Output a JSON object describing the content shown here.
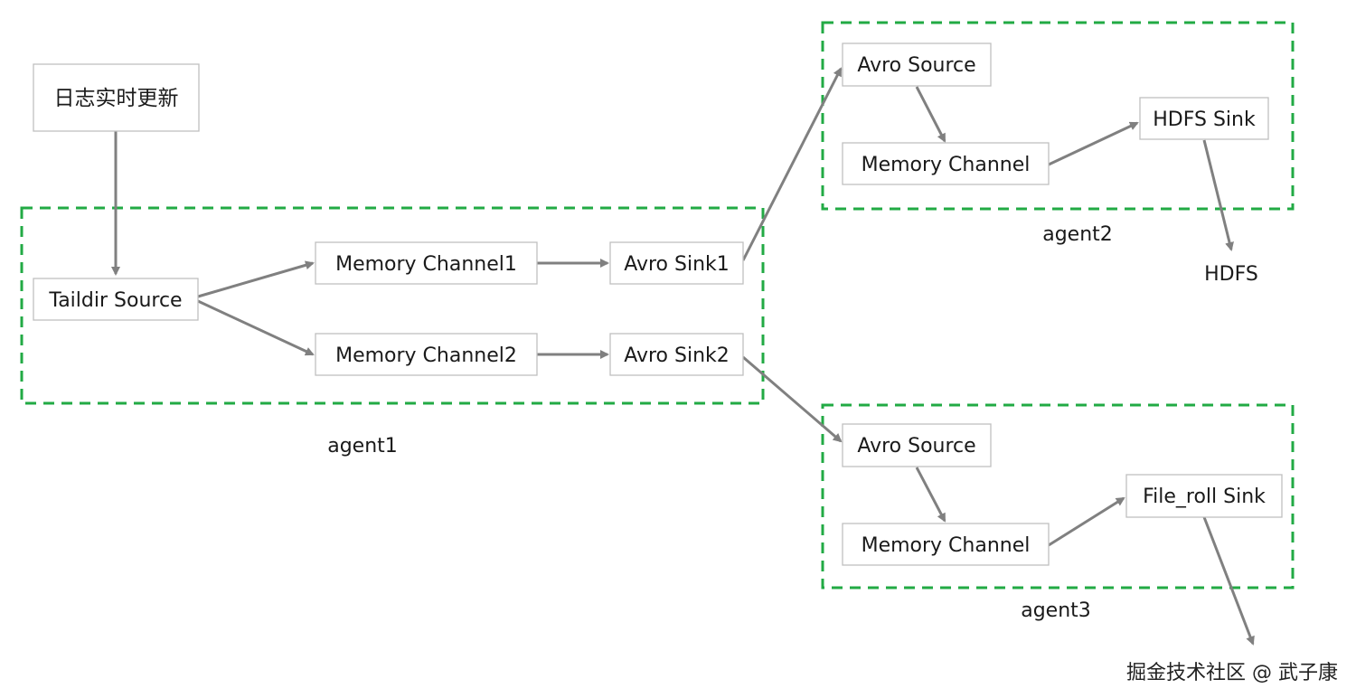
{
  "colors": {
    "group_border": "#22aa44",
    "edge": "#808080",
    "node_border": "#bfbfbf",
    "text": "#1a1a1a"
  },
  "nodes": {
    "log_update": "日志实时更新",
    "taildir_source": "Taildir Source",
    "memory_channel_1": "Memory Channel1",
    "memory_channel_2": "Memory Channel2",
    "avro_sink_1": "Avro Sink1",
    "avro_sink_2": "Avro Sink2",
    "agent2_avro_source": "Avro Source",
    "agent2_memory_channel": "Memory Channel",
    "hdfs_sink": "HDFS Sink",
    "hdfs": "HDFS",
    "agent3_avro_source": "Avro Source",
    "agent3_memory_channel": "Memory Channel",
    "file_roll_sink": "File_roll Sink"
  },
  "groups": {
    "agent1": "agent1",
    "agent2": "agent2",
    "agent3": "agent3"
  },
  "watermark": "掘金技术社区 @ 武子康"
}
